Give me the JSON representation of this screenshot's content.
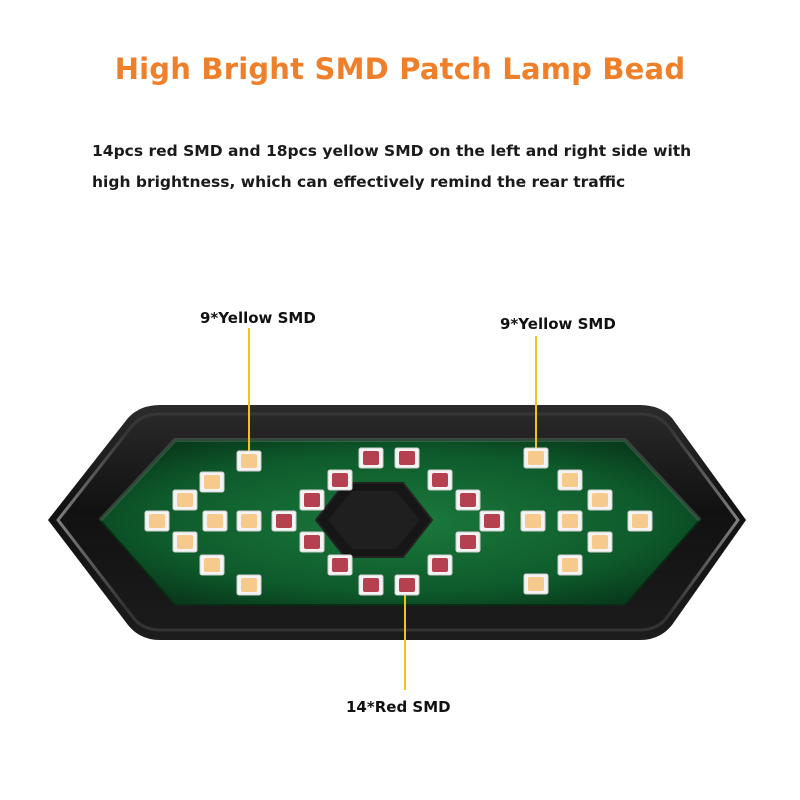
{
  "title": "High Bright SMD Patch Lamp Bead",
  "description": "14pcs red SMD and 18pcs yellow SMD on the left and right side with high brightness, which can effectively remind the rear traffic",
  "callouts": {
    "left_yellow": "9*Yellow SMD",
    "right_yellow": "9*Yellow SMD",
    "red": "14*Red SMD"
  },
  "colors": {
    "title": "#f07f2a",
    "callout_line": "#f2c318",
    "housing": "#141414",
    "pcb": "#0f5a2c",
    "yellow_led": "#f6c98c",
    "red_led": "#b5404f"
  }
}
